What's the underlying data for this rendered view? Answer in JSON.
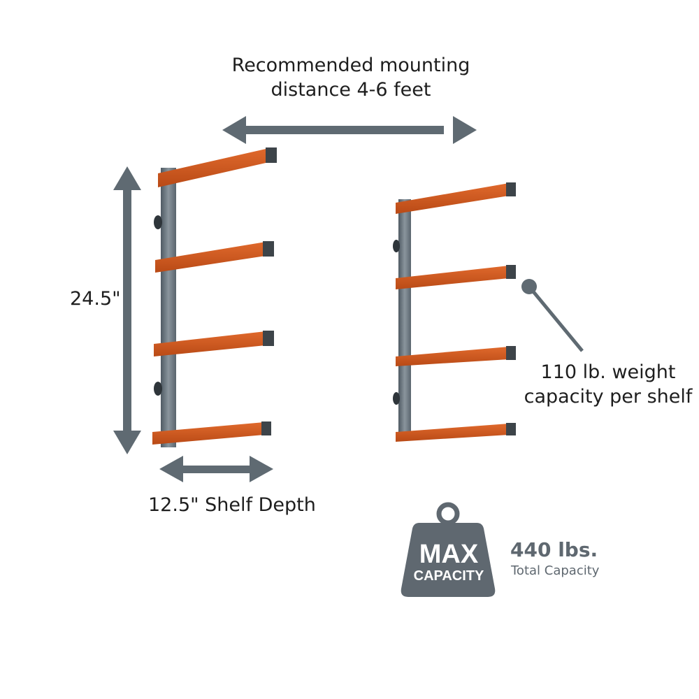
{
  "labels": {
    "mounting_line1": "Recommended mounting",
    "mounting_line2": "distance 4-6 feet",
    "height": "24.5\"",
    "depth": "12.5\" Shelf Depth",
    "weight_line1": "110 lb. weight",
    "weight_line2": "capacity per shelf"
  },
  "badge": {
    "line1": "MAX",
    "line2": "CAPACITY",
    "total": "440 lbs.",
    "total_label": "Total Capacity"
  },
  "colors": {
    "shelf": "#d2581e",
    "post": "#6b7680",
    "arrow": "#5f6a72",
    "badge": "#5f6870"
  }
}
